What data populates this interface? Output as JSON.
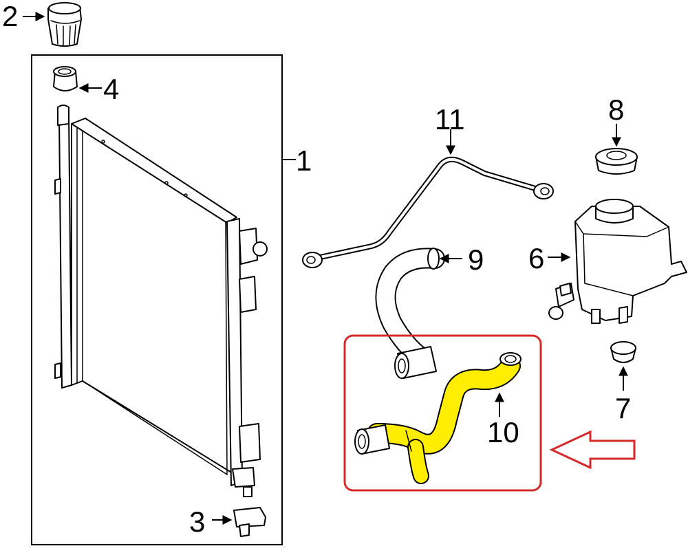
{
  "callouts": {
    "c1": "1",
    "c2": "2",
    "c3": "3",
    "c4": "4",
    "c6": "6",
    "c7": "7",
    "c8": "8",
    "c9": "9",
    "c10": "10",
    "c11": "11"
  },
  "colors": {
    "highlight": "#ffee00",
    "box": "#d42a2a",
    "arrow": "#d42a2a",
    "line": "#000000"
  },
  "parts": [
    {
      "callout": "1",
      "name": "radiator"
    },
    {
      "callout": "2",
      "name": "radiator-cap"
    },
    {
      "callout": "3",
      "name": "lower-bracket"
    },
    {
      "callout": "4",
      "name": "upper-mount-bushing"
    },
    {
      "callout": "6",
      "name": "expansion-tank"
    },
    {
      "callout": "7",
      "name": "tank-mount-grommet"
    },
    {
      "callout": "8",
      "name": "tank-cap"
    },
    {
      "callout": "9",
      "name": "upper-hose"
    },
    {
      "callout": "10",
      "name": "lower-hose",
      "highlighted": true
    },
    {
      "callout": "11",
      "name": "vent-line"
    }
  ]
}
